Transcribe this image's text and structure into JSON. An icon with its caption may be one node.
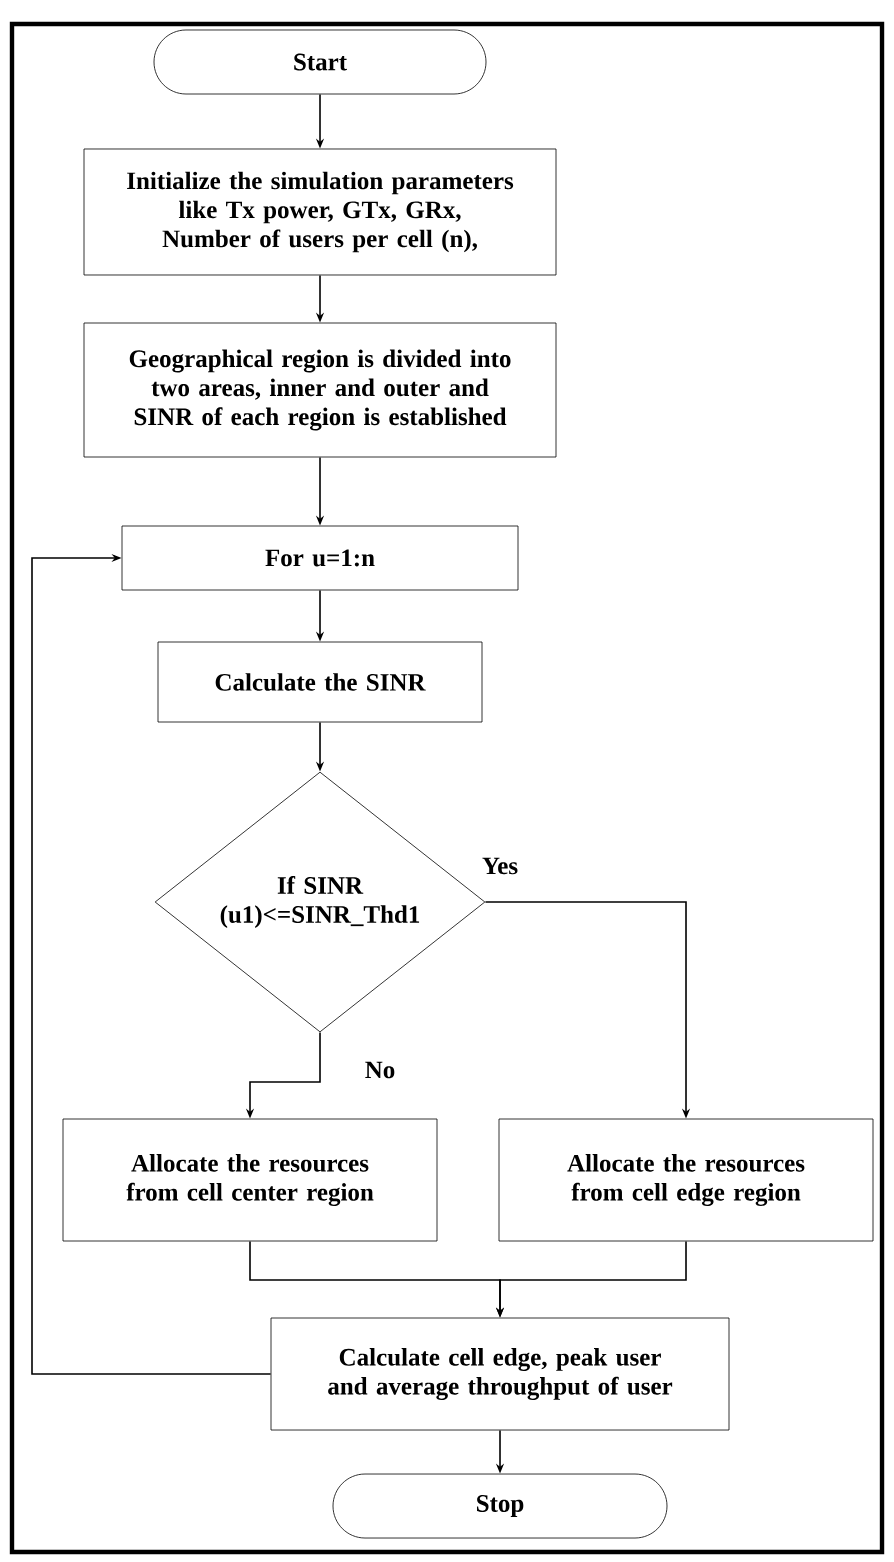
{
  "diagram": {
    "nodes": [
      {
        "text": [
          "Start"
        ]
      },
      {
        "text": [
          "Initialize the simulation parameters like Tx power, GTx, GRx, Number of users per cell (n),"
        ]
      },
      {
        "text": [
          "Geographical region is divided into two areas, inner and outer and SINR of each region is established"
        ]
      },
      {
        "text": [
          "For u=1:n"
        ]
      },
      {
        "text": [
          "Calculate the SINR"
        ]
      },
      {
        "text": [
          "If SINR (u1)<=SINR_Thd1"
        ]
      },
      {
        "text": [
          "Allocate the resources from cell center region"
        ]
      },
      {
        "text": [
          "Allocate the resources from cell edge region"
        ]
      },
      {
        "text": [
          "Calculate cell edge, peak user and average throughput of user"
        ]
      },
      {
        "text": [
          "Stop"
        ]
      }
    ],
    "edges": [
      {
        "from": 0,
        "to": 1,
        "arrow": "to"
      },
      {
        "from": 1,
        "to": 2,
        "arrow": "to"
      },
      {
        "from": 2,
        "to": 3,
        "arrow": "to"
      },
      {
        "from": 3,
        "to": 4,
        "arrow": "to"
      },
      {
        "from": 4,
        "to": 5,
        "arrow": "to"
      },
      {
        "from": 5,
        "to": 6,
        "arrow": "to",
        "label": "No"
      },
      {
        "from": 5,
        "to": 7,
        "arrow": "to",
        "label": "Yes"
      },
      {
        "from": 6,
        "to": 8,
        "arrow": "to"
      },
      {
        "from": 7,
        "to": 8,
        "arrow": "to"
      },
      {
        "from": 8,
        "to": 3,
        "arrow": "to"
      },
      {
        "from": 8,
        "to": 9,
        "arrow": "to"
      }
    ]
  }
}
